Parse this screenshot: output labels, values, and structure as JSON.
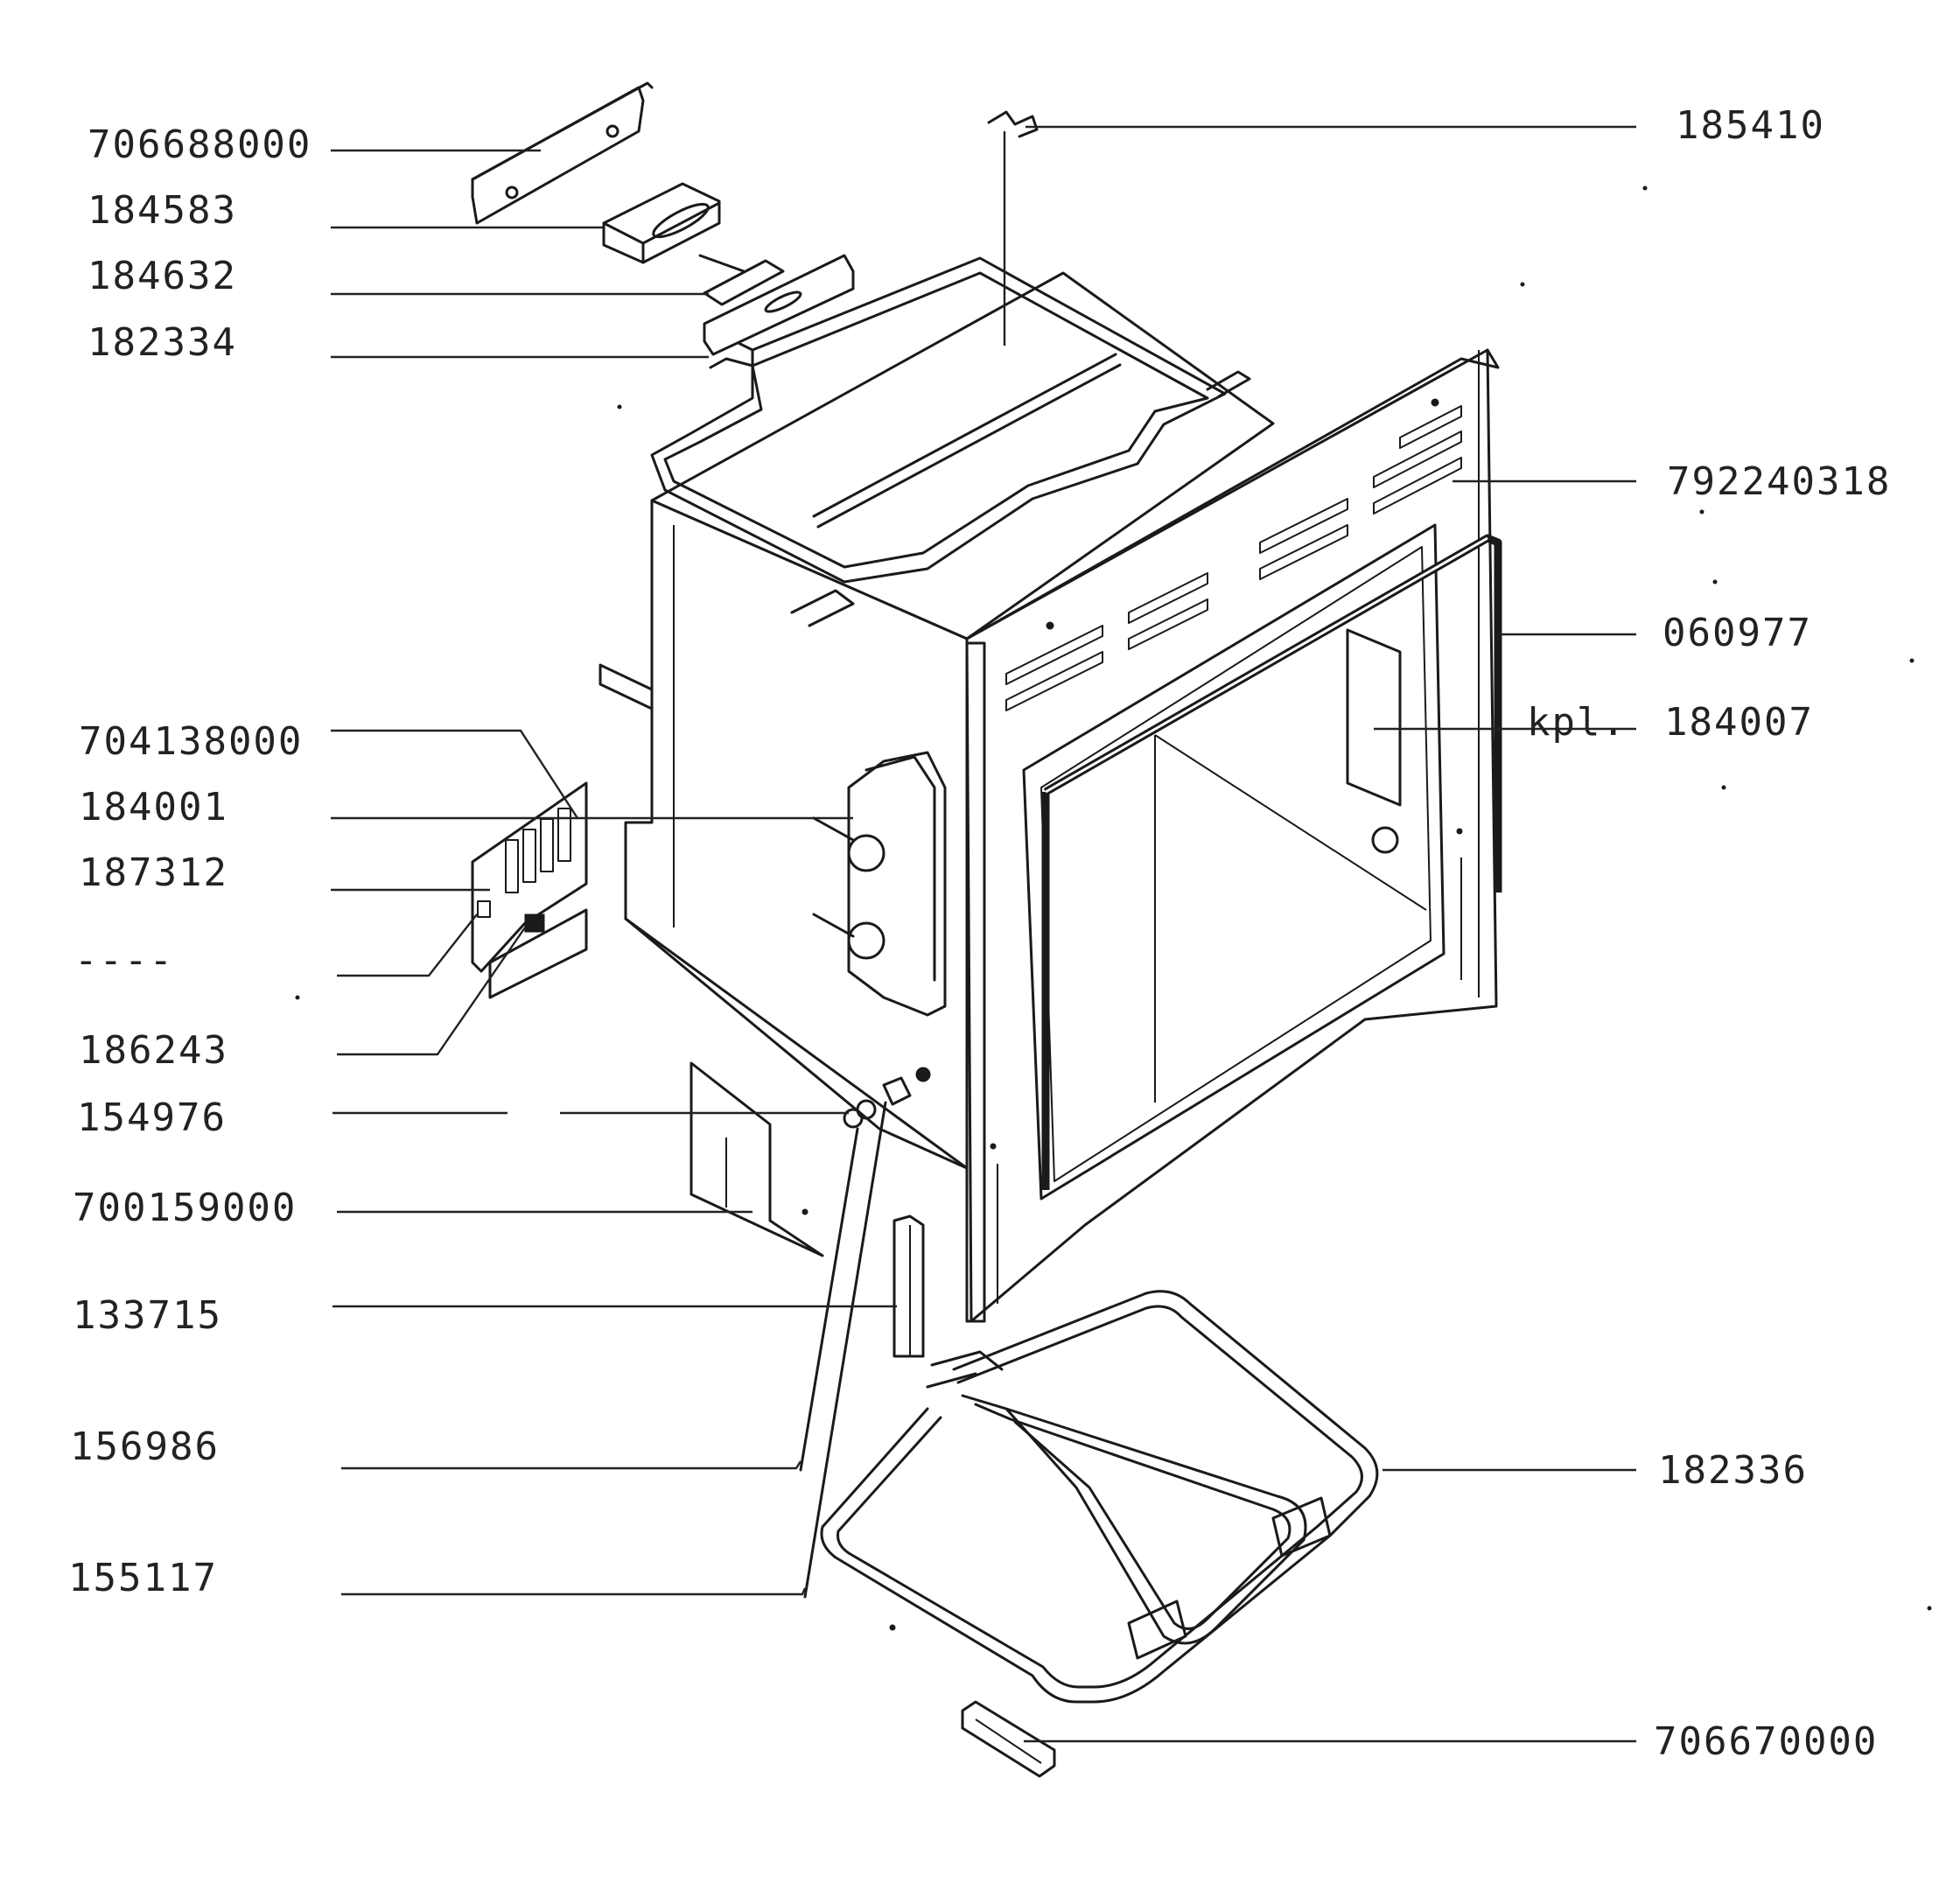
{
  "labels": {
    "p706688000": "706688000",
    "p184583": "184583",
    "p184632": "184632",
    "p182334": "182334",
    "p185410": "185410",
    "p792240318": "792240318",
    "p060977": "060977",
    "kpl": "kpl.",
    "p184007": "184007",
    "p704138000": "704138000",
    "p184001": "184001",
    "p187312": "187312",
    "dash": "----",
    "p186243": "186243",
    "p154976": "154976",
    "p700159000": "700159000",
    "p133715": "133715",
    "p156986": "156986",
    "p155117": "155117",
    "p182336": "182336",
    "p706670000": "706670000"
  }
}
